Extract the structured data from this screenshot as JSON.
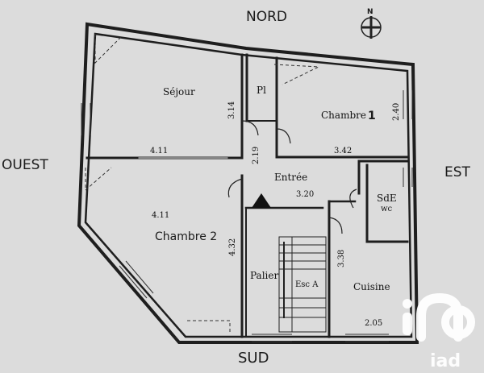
{
  "compass": {
    "north": "NORD",
    "south": "SUD",
    "east": "EST",
    "west": "OUEST",
    "needle": "N"
  },
  "rooms": {
    "sejour": "Séjour",
    "placard": "Pl",
    "chambre1": "Chambre",
    "chambre1_num": "1",
    "chambre2": "Chambre 2",
    "entree": "Entrée",
    "sde": "SdE",
    "wc": "wc",
    "palier": "Palier",
    "escalier": "Esc A",
    "cuisine": "Cuisine"
  },
  "dimensions": {
    "sejour_height": "3.14",
    "sejour_width": "4.11",
    "chambre1_height": "2.40",
    "chambre1_width": "3.42",
    "entree_height": "2.19",
    "entree_width": "3.20",
    "chambre2_width": "4.11",
    "chambre2_height": "4.32",
    "cuisine_height": "3.38",
    "cuisine_width": "2.05"
  },
  "logo": {
    "mark": "in",
    "brand": "iad"
  },
  "colors": {
    "paper": "#dcdcdc",
    "ink": "#1a1a1a",
    "logo": "#ffffff"
  }
}
